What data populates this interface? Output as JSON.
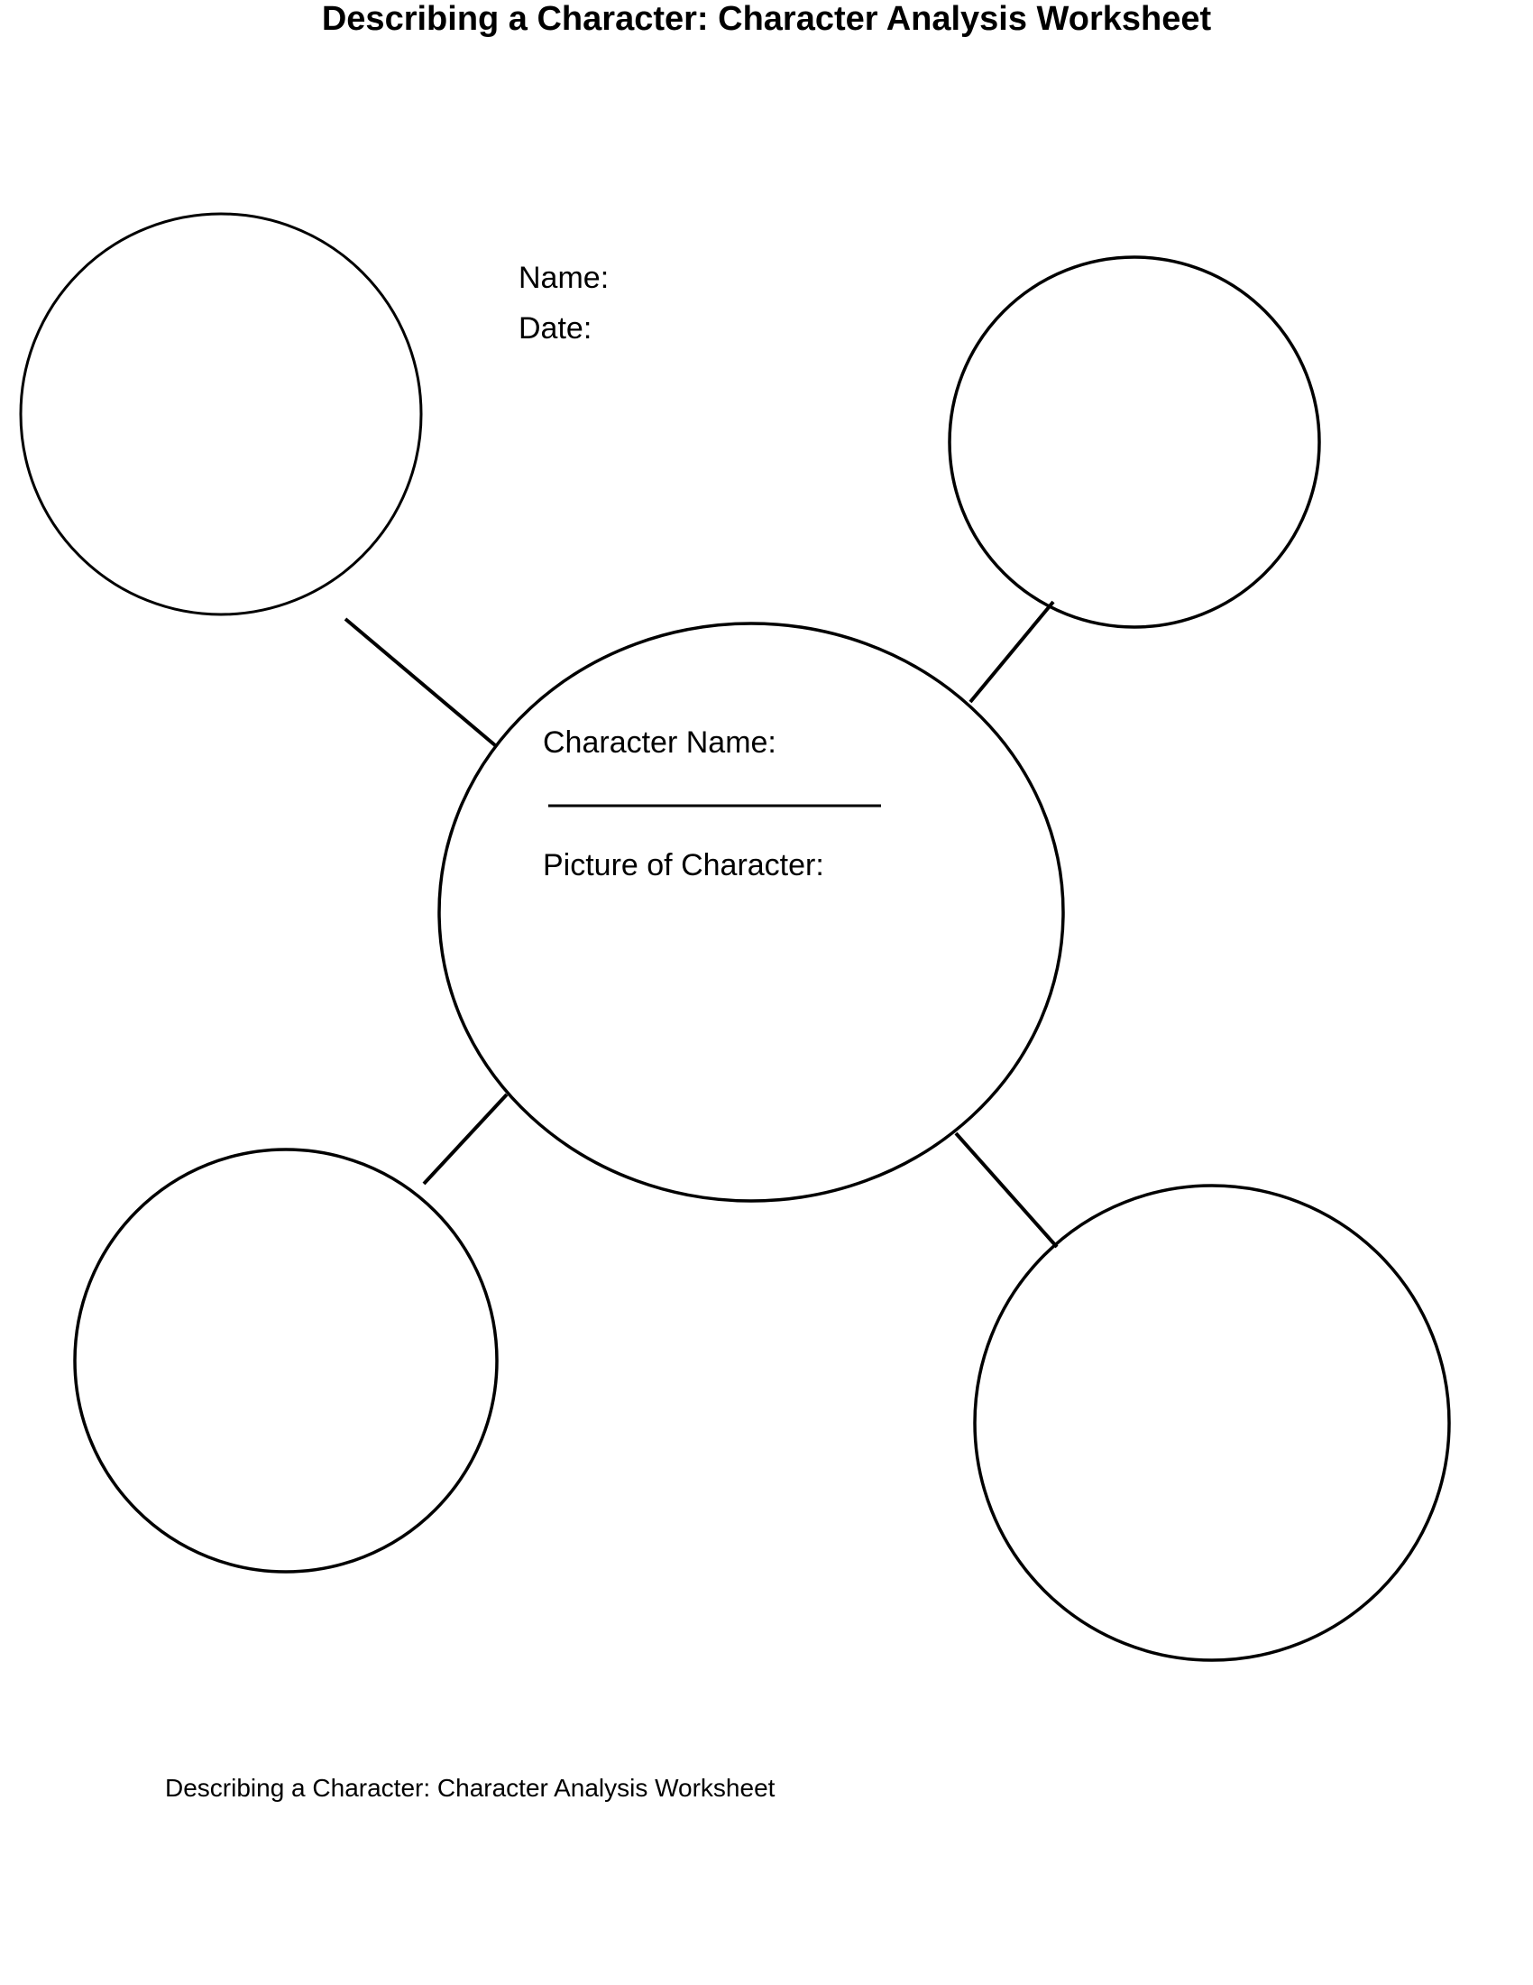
{
  "page": {
    "title": "Describing a Character: Character Analysis Worksheet",
    "footer": "Describing a Character: Character Analysis Worksheet"
  },
  "fields": {
    "name_label": "Name:",
    "date_label": "Date:"
  },
  "center_bubble": {
    "character_name_label": "Character Name:",
    "picture_label": "Picture of Character:"
  },
  "bubbles": {
    "count": 5,
    "outer_circles": [
      "top-left",
      "top-right",
      "bottom-left",
      "bottom-right"
    ],
    "center": "character"
  },
  "colors": {
    "ink": "#000000",
    "paper": "#ffffff"
  }
}
